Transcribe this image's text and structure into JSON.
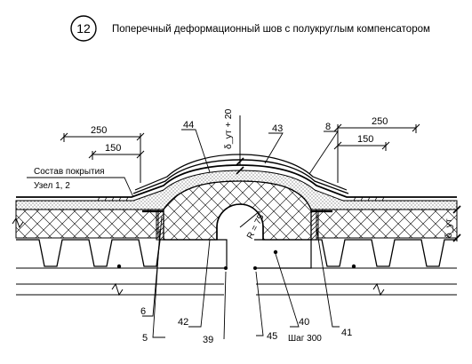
{
  "header": {
    "node_number": "12",
    "title": "Поперечный деформационный шов с полукруглым компенсатором"
  },
  "dimensions": {
    "left_upper": "250",
    "left_lower": "150",
    "right_upper": "250",
    "right_lower": "150",
    "top_vertical": "δ_ут + 20",
    "right_vertical": "δ_ут",
    "radius": "R = 75"
  },
  "notes": {
    "composition_line1": "Состав покрытия",
    "composition_line2": "Узел 1, 2",
    "pitch": "Шаг 300"
  },
  "callouts": [
    "44",
    "43",
    "8",
    "6",
    "42",
    "5",
    "39",
    "45",
    "40",
    "41"
  ]
}
